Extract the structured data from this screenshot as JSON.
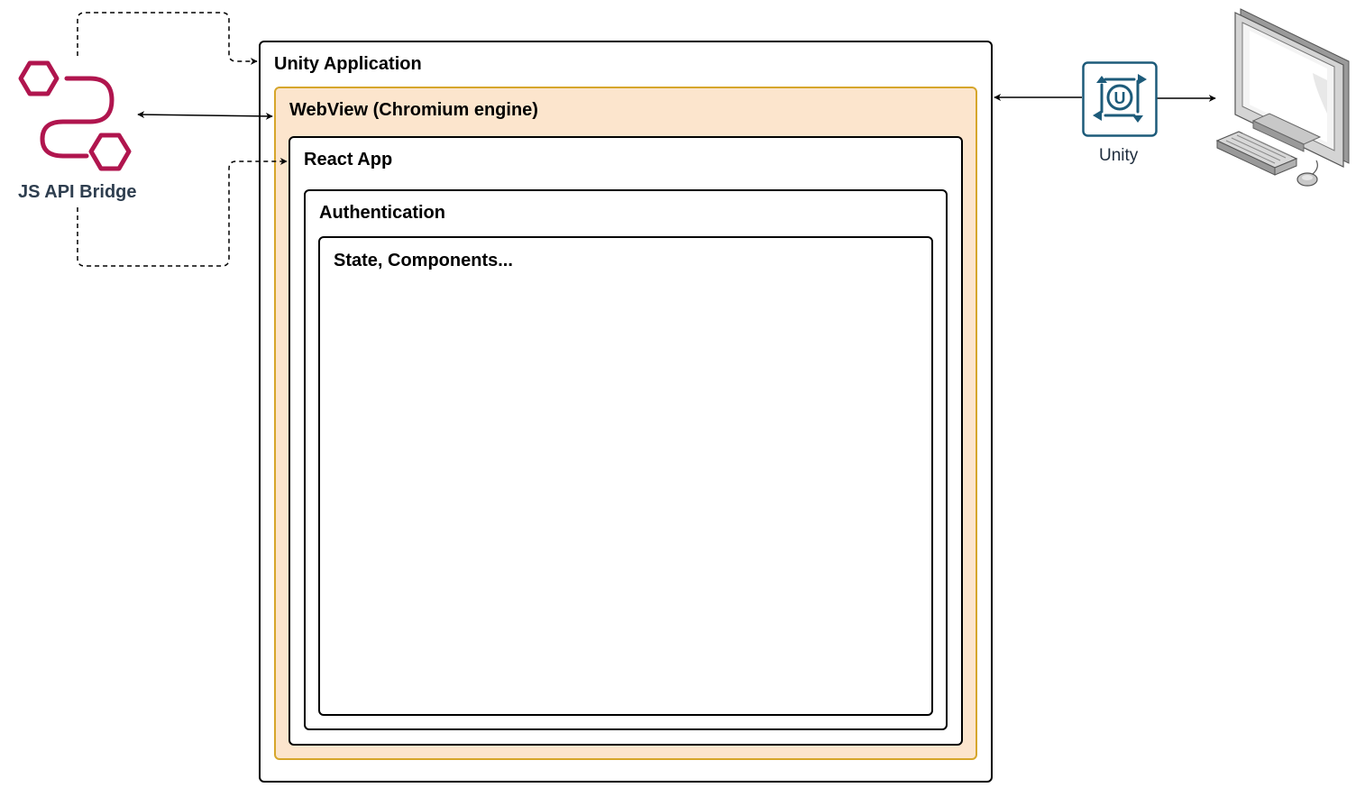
{
  "containers": {
    "unity_application": "Unity Application",
    "webview": "WebView (Chromium engine)",
    "react_app": "React App",
    "authentication": "Authentication",
    "state_components": "State, Components..."
  },
  "nodes": {
    "js_api_bridge": "JS API Bridge",
    "unity": "Unity",
    "unity_badge_letter": "U"
  },
  "icons": {
    "bridge": "js-bridge-hexagons-icon",
    "unity": "unity-engine-icon",
    "desktop": "desktop-computer-icon"
  },
  "colors": {
    "bridge_magenta": "#b0154e",
    "webview_fill": "#fce5cd",
    "webview_border": "#d6a62b",
    "unity_teal": "#1d5b7a"
  },
  "edges": [
    {
      "from": "js_api_bridge",
      "to": "unity_application",
      "style": "dashed",
      "direction": "forward"
    },
    {
      "from": "js_api_bridge",
      "to": "webview",
      "style": "solid",
      "direction": "both"
    },
    {
      "from": "js_api_bridge",
      "to": "react_app",
      "style": "dashed",
      "direction": "forward"
    },
    {
      "from": "unity",
      "to": "unity_application",
      "style": "solid",
      "direction": "forward"
    },
    {
      "from": "unity",
      "to": "desktop",
      "style": "solid",
      "direction": "forward"
    }
  ]
}
